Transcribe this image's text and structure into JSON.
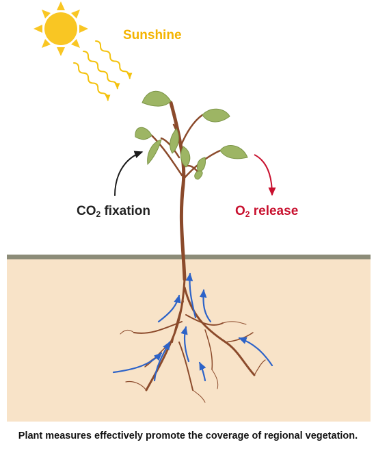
{
  "labels": {
    "sunshine": "Sunshine",
    "co2_main": "CO",
    "co2_sub": "2",
    "co2_rest": " fixation",
    "o2_main": "O",
    "o2_sub": "2",
    "o2_rest": " release"
  },
  "caption": "Plant measures effectively promote the coverage of regional vegetation.",
  "colors": {
    "sun": "#f9c623",
    "sunshine_text": "#f4b400",
    "co2_arrow": "#1b1b1b",
    "o2_arrow": "#c8102e",
    "soil": "#f8e3c8",
    "ground_line": "#8c8c78",
    "stem": "#8b4a2b",
    "leaf": "#9db564",
    "water_arrow": "#2d63c8"
  },
  "icons": [
    "sun-icon",
    "sun-ray-icon",
    "plant-icon",
    "root-system-icon",
    "water-flow-arrow-icon"
  ]
}
